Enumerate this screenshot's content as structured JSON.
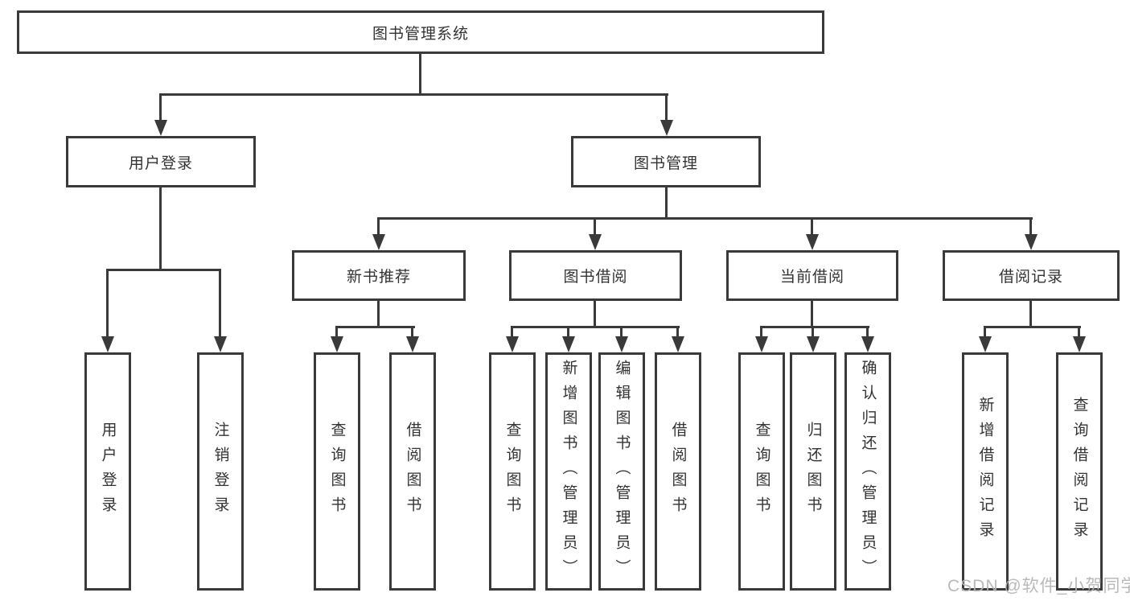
{
  "diagram_type": "hierarchy-tree",
  "colors": {
    "line": "#3a3a3a",
    "text": "#333333",
    "watermark": "#b6b6b6",
    "background": "#ffffff"
  },
  "tree": {
    "root": {
      "label": "图书管理系统",
      "children": [
        {
          "label": "用户登录",
          "children": [
            {
              "label": "用户登录"
            },
            {
              "label": "注销登录"
            }
          ]
        },
        {
          "label": "图书管理",
          "children": [
            {
              "label": "新书推荐",
              "children": [
                {
                  "label": "查询图书"
                },
                {
                  "label": "借阅图书"
                }
              ]
            },
            {
              "label": "图书借阅",
              "children": [
                {
                  "label": "查询图书"
                },
                {
                  "label": "新增图书（管理员）"
                },
                {
                  "label": "编辑图书（管理员）"
                },
                {
                  "label": "借阅图书"
                }
              ]
            },
            {
              "label": "当前借阅",
              "children": [
                {
                  "label": "查询图书"
                },
                {
                  "label": "归还图书"
                },
                {
                  "label": "确认归还（管理员）"
                }
              ]
            },
            {
              "label": "借阅记录",
              "children": [
                {
                  "label": "新增借阅记录"
                },
                {
                  "label": "查询借阅记录"
                }
              ]
            }
          ]
        }
      ]
    }
  },
  "watermark": {
    "text": "CSDN @软件_小贺同学"
  }
}
